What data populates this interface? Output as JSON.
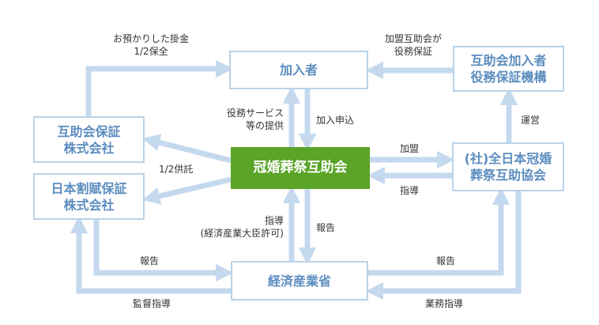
{
  "colors": {
    "arrow": "#c5d9ee",
    "box_border": "#b9d3ea",
    "box_text": "#5c8dbf",
    "center_fill": "#5aa428",
    "label_text": "#333333"
  },
  "nodes": {
    "kanyusha": "加入者",
    "kikou": "互助会加入者\n役務保証機構",
    "hosho_kaisha": "互助会保証\n株式会社",
    "wappu_kaisha": "日本割賦保証\n株式会社",
    "center": "冠婚葬祭互助会",
    "kyokai": "(社)全日本冠婚\n葬祭互助協会",
    "meti": "経済産業省"
  },
  "labels": {
    "deposit": "お預かりした掛金\n1/2保全",
    "member_guarantee": "加盟互助会が\n役務保証",
    "service": "役務サービス\n等の提供",
    "application": "加入申込",
    "management": "運営",
    "membership": "加盟",
    "guidance": "指導",
    "half_trust": "1/2供託",
    "permit": "指導\n(経済産業大臣許可)",
    "report_center": "報告",
    "report_left": "報告",
    "report_right": "報告",
    "supervision": "監督指導",
    "business_guidance": "業務指導"
  }
}
